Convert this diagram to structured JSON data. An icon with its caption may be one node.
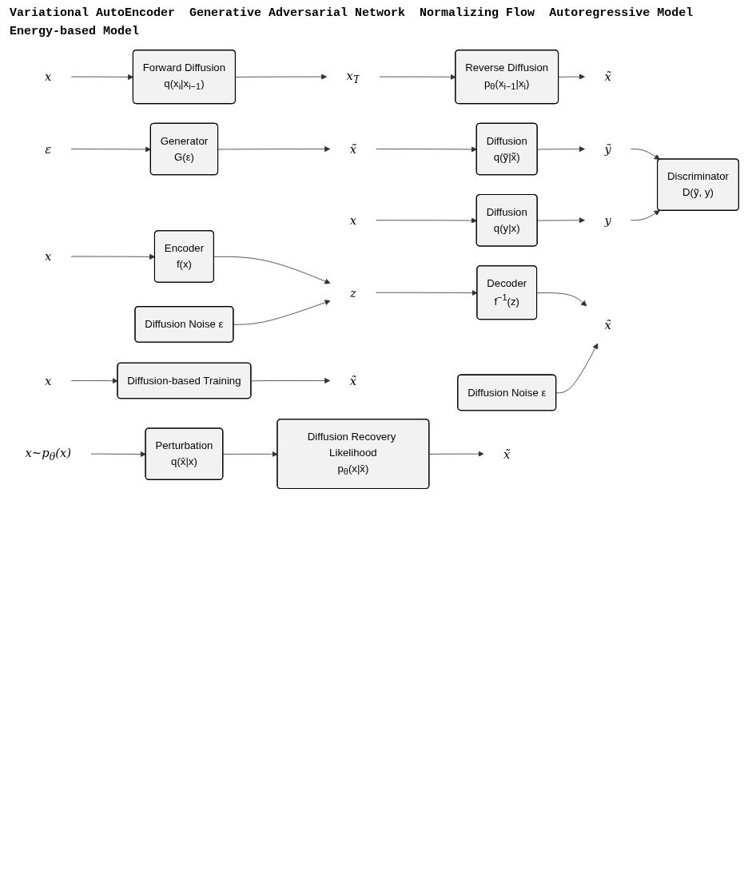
{
  "diagram": {
    "nodes": [
      {
        "text": [
          "x"
        ]
      },
      {
        "text": [
          "Forward Diffusion",
          "q(x$_{i}$|x$_{i−1}$)"
        ]
      },
      {
        "text": [
          "x$_{T}$"
        ]
      },
      {
        "text": [
          "Reverse Diffusion",
          "p$_{θ}$(x$_{i−1}$|x$_{i}$)"
        ]
      },
      {
        "text": [
          "x̃"
        ]
      },
      {
        "text": [
          "ε"
        ]
      },
      {
        "text": [
          "Generator",
          "G(ε)"
        ]
      },
      {
        "text": [
          "x̃"
        ]
      },
      {
        "text": [
          "Diffusion",
          "q(ỹ|x̃)"
        ]
      },
      {
        "text": [
          "ỹ"
        ]
      },
      {
        "text": [
          "Discriminator",
          "D(ỹ, y)"
        ]
      },
      {
        "text": [
          "x"
        ]
      },
      {
        "text": [
          "Diffusion",
          "q(y|x)"
        ]
      },
      {
        "text": [
          "y"
        ]
      },
      {
        "text": [
          "x"
        ]
      },
      {
        "text": [
          "Encoder",
          "f(x)"
        ]
      },
      {
        "text": [
          "z"
        ]
      },
      {
        "text": [
          "Decoder",
          "f$^{−1}$(z)"
        ]
      },
      {
        "text": [
          "x̃"
        ]
      },
      {
        "text": [
          "Diffusion Noise ε"
        ]
      },
      {
        "text": [
          "Diffusion Noise ε"
        ]
      },
      {
        "text": [
          "x"
        ]
      },
      {
        "text": [
          "Diffusion-based Training"
        ]
      },
      {
        "text": [
          "x̃"
        ]
      },
      {
        "text": [
          "x~p$_{θ}$(x)"
        ]
      },
      {
        "text": [
          "Perturbation",
          "q(x̄|x)"
        ]
      },
      {
        "text": [
          "Diffusion Recovery Likelihood",
          "p$_{θ}$(x|x̄)"
        ]
      },
      {
        "text": [
          "x̃"
        ]
      }
    ],
    "edges": [
      {
        "from": 0,
        "to": 1,
        "arrow": "to"
      },
      {
        "from": 1,
        "to": 2,
        "arrow": "to"
      },
      {
        "from": 2,
        "to": 3,
        "arrow": "to"
      },
      {
        "from": 3,
        "to": 4,
        "arrow": "to"
      },
      {
        "from": 5,
        "to": 6,
        "arrow": "to"
      },
      {
        "from": 6,
        "to": 7,
        "arrow": "to"
      },
      {
        "from": 7,
        "to": 8,
        "arrow": "to"
      },
      {
        "from": 8,
        "to": 9,
        "arrow": "to"
      },
      {
        "from": 9,
        "to": 10,
        "arrow": "to"
      },
      {
        "from": 11,
        "to": 12,
        "arrow": "to"
      },
      {
        "from": 12,
        "to": 13,
        "arrow": "to"
      },
      {
        "from": 13,
        "to": 10,
        "arrow": "to"
      },
      {
        "from": 14,
        "to": 15,
        "arrow": "to"
      },
      {
        "from": 15,
        "to": 16,
        "arrow": "to"
      },
      {
        "from": 19,
        "to": 16,
        "arrow": "to"
      },
      {
        "from": 16,
        "to": 17,
        "arrow": "to"
      },
      {
        "from": 17,
        "to": 18,
        "arrow": "to"
      },
      {
        "from": 20,
        "to": 18,
        "arrow": "to"
      },
      {
        "from": 21,
        "to": 22,
        "arrow": "to"
      },
      {
        "from": 22,
        "to": 23,
        "arrow": "to"
      },
      {
        "from": 24,
        "to": 25,
        "arrow": "to"
      },
      {
        "from": 25,
        "to": 26,
        "arrow": "to"
      },
      {
        "from": 26,
        "to": 27,
        "arrow": "to"
      }
    ],
    "labels": [
      "Variational AutoEncoder",
      "Generative Adversarial Network",
      "Normalizing Flow",
      "Autoregressive Model",
      "Energy-based Model"
    ]
  }
}
